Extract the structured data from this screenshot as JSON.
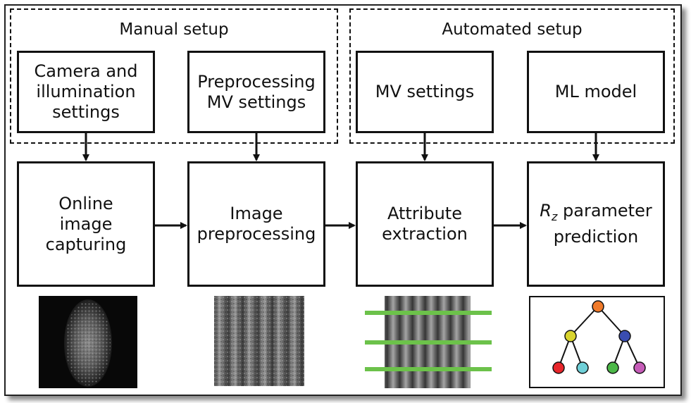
{
  "groups": {
    "manual": {
      "title": "Manual setup"
    },
    "automated": {
      "title": "Automated setup"
    }
  },
  "setup_boxes": [
    {
      "label": "Camera and\nillumination\nsettings"
    },
    {
      "label": "Preprocessing\nMV settings"
    },
    {
      "label": "MV settings"
    },
    {
      "label": "ML model"
    }
  ],
  "process_boxes": [
    {
      "label": "Online\nimage\ncapturing"
    },
    {
      "label": "Image\npreprocessing"
    },
    {
      "label": "Attribute\nextraction"
    },
    {
      "label_main": "R",
      "label_sub": "z",
      "label_rest": " parameter\nprediction"
    }
  ],
  "images": {
    "raw": "grayscale camera image of illuminated surface",
    "preprocessed": "filtered striped texture",
    "attributes": "texture with three green horizontal scan lines",
    "model": "binary decision tree"
  },
  "colors": {
    "scan_line": "#6cc24a",
    "tree_root": "#f07a2a",
    "tree_left": "#d9d42e",
    "tree_right": "#3a4db0",
    "leaf_1": "#e8262b",
    "leaf_2": "#6fd0d8",
    "leaf_3": "#4cb848",
    "leaf_4": "#c65cb8"
  }
}
